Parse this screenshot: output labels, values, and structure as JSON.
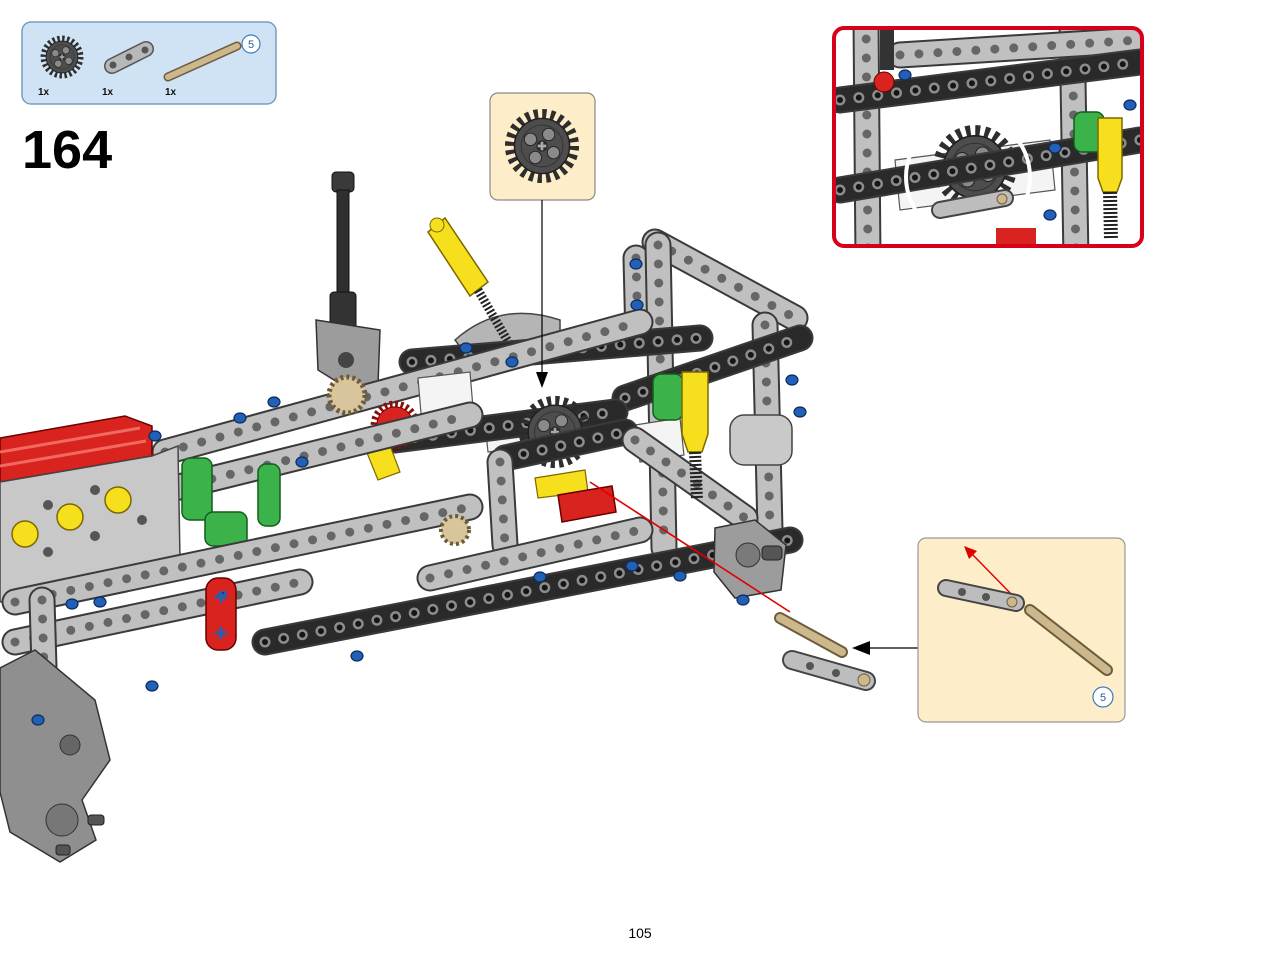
{
  "parts_list": {
    "items": [
      {
        "icon": "gear-24-tooth-icon",
        "qty": "1x"
      },
      {
        "icon": "liftarm-icon",
        "qty": "1x"
      },
      {
        "icon": "axle-icon",
        "qty": "1x",
        "length": "5"
      }
    ]
  },
  "step": {
    "number": "164"
  },
  "callout_gear": {
    "icon": "gear-24-tooth-icon"
  },
  "subassembly": {
    "axle_length": "5"
  },
  "page": {
    "number": "105"
  },
  "colors": {
    "parts_box_bg": "#cfe3f4",
    "callout_bg": "#fdedc8",
    "inset_border": "#d7001a",
    "arrow_red": "#e00000"
  }
}
